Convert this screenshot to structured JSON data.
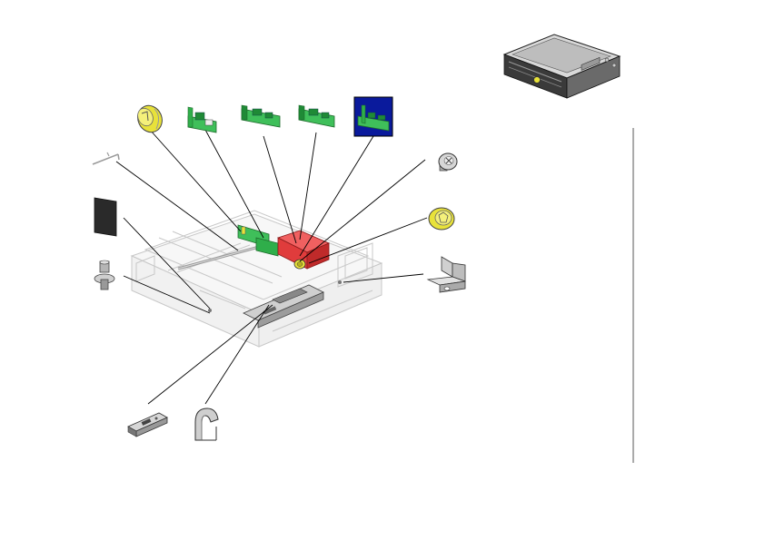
{
  "diagram": {
    "type": "exploded-parts-view",
    "colors": {
      "leader": "#000000",
      "chassis_outline": "#c8c8c8",
      "chassis_fill": "#f4f4f4",
      "highlight_red": "#e03c3c",
      "board_green": "#3fbf5a",
      "board_dark_green": "#1f8a36",
      "knob_yellow": "#e8e23a",
      "selected_bg": "#0a1a9c",
      "metal_gray": "#8c8c8c",
      "pad_black": "#2a2a2a",
      "divider": "#555555"
    },
    "parts": [
      {
        "name": "wire-rod",
        "icon": "rod-icon"
      },
      {
        "name": "foam-pad",
        "icon": "pad-icon"
      },
      {
        "name": "standoff-screw",
        "icon": "screw-icon"
      },
      {
        "name": "yellow-knob-top",
        "icon": "knob-icon"
      },
      {
        "name": "green-board-1",
        "icon": "board-icon"
      },
      {
        "name": "green-board-2",
        "icon": "board-icon"
      },
      {
        "name": "green-board-3",
        "icon": "board-icon"
      },
      {
        "name": "green-board-selected",
        "icon": "board-icon",
        "selected": true
      },
      {
        "name": "hex-screw",
        "icon": "screw-icon"
      },
      {
        "name": "yellow-knob-right",
        "icon": "knob-icon"
      },
      {
        "name": "mounting-bracket",
        "icon": "bracket-icon"
      },
      {
        "name": "latch",
        "icon": "latch-icon"
      },
      {
        "name": "retaining-clip",
        "icon": "clip-icon"
      }
    ]
  }
}
